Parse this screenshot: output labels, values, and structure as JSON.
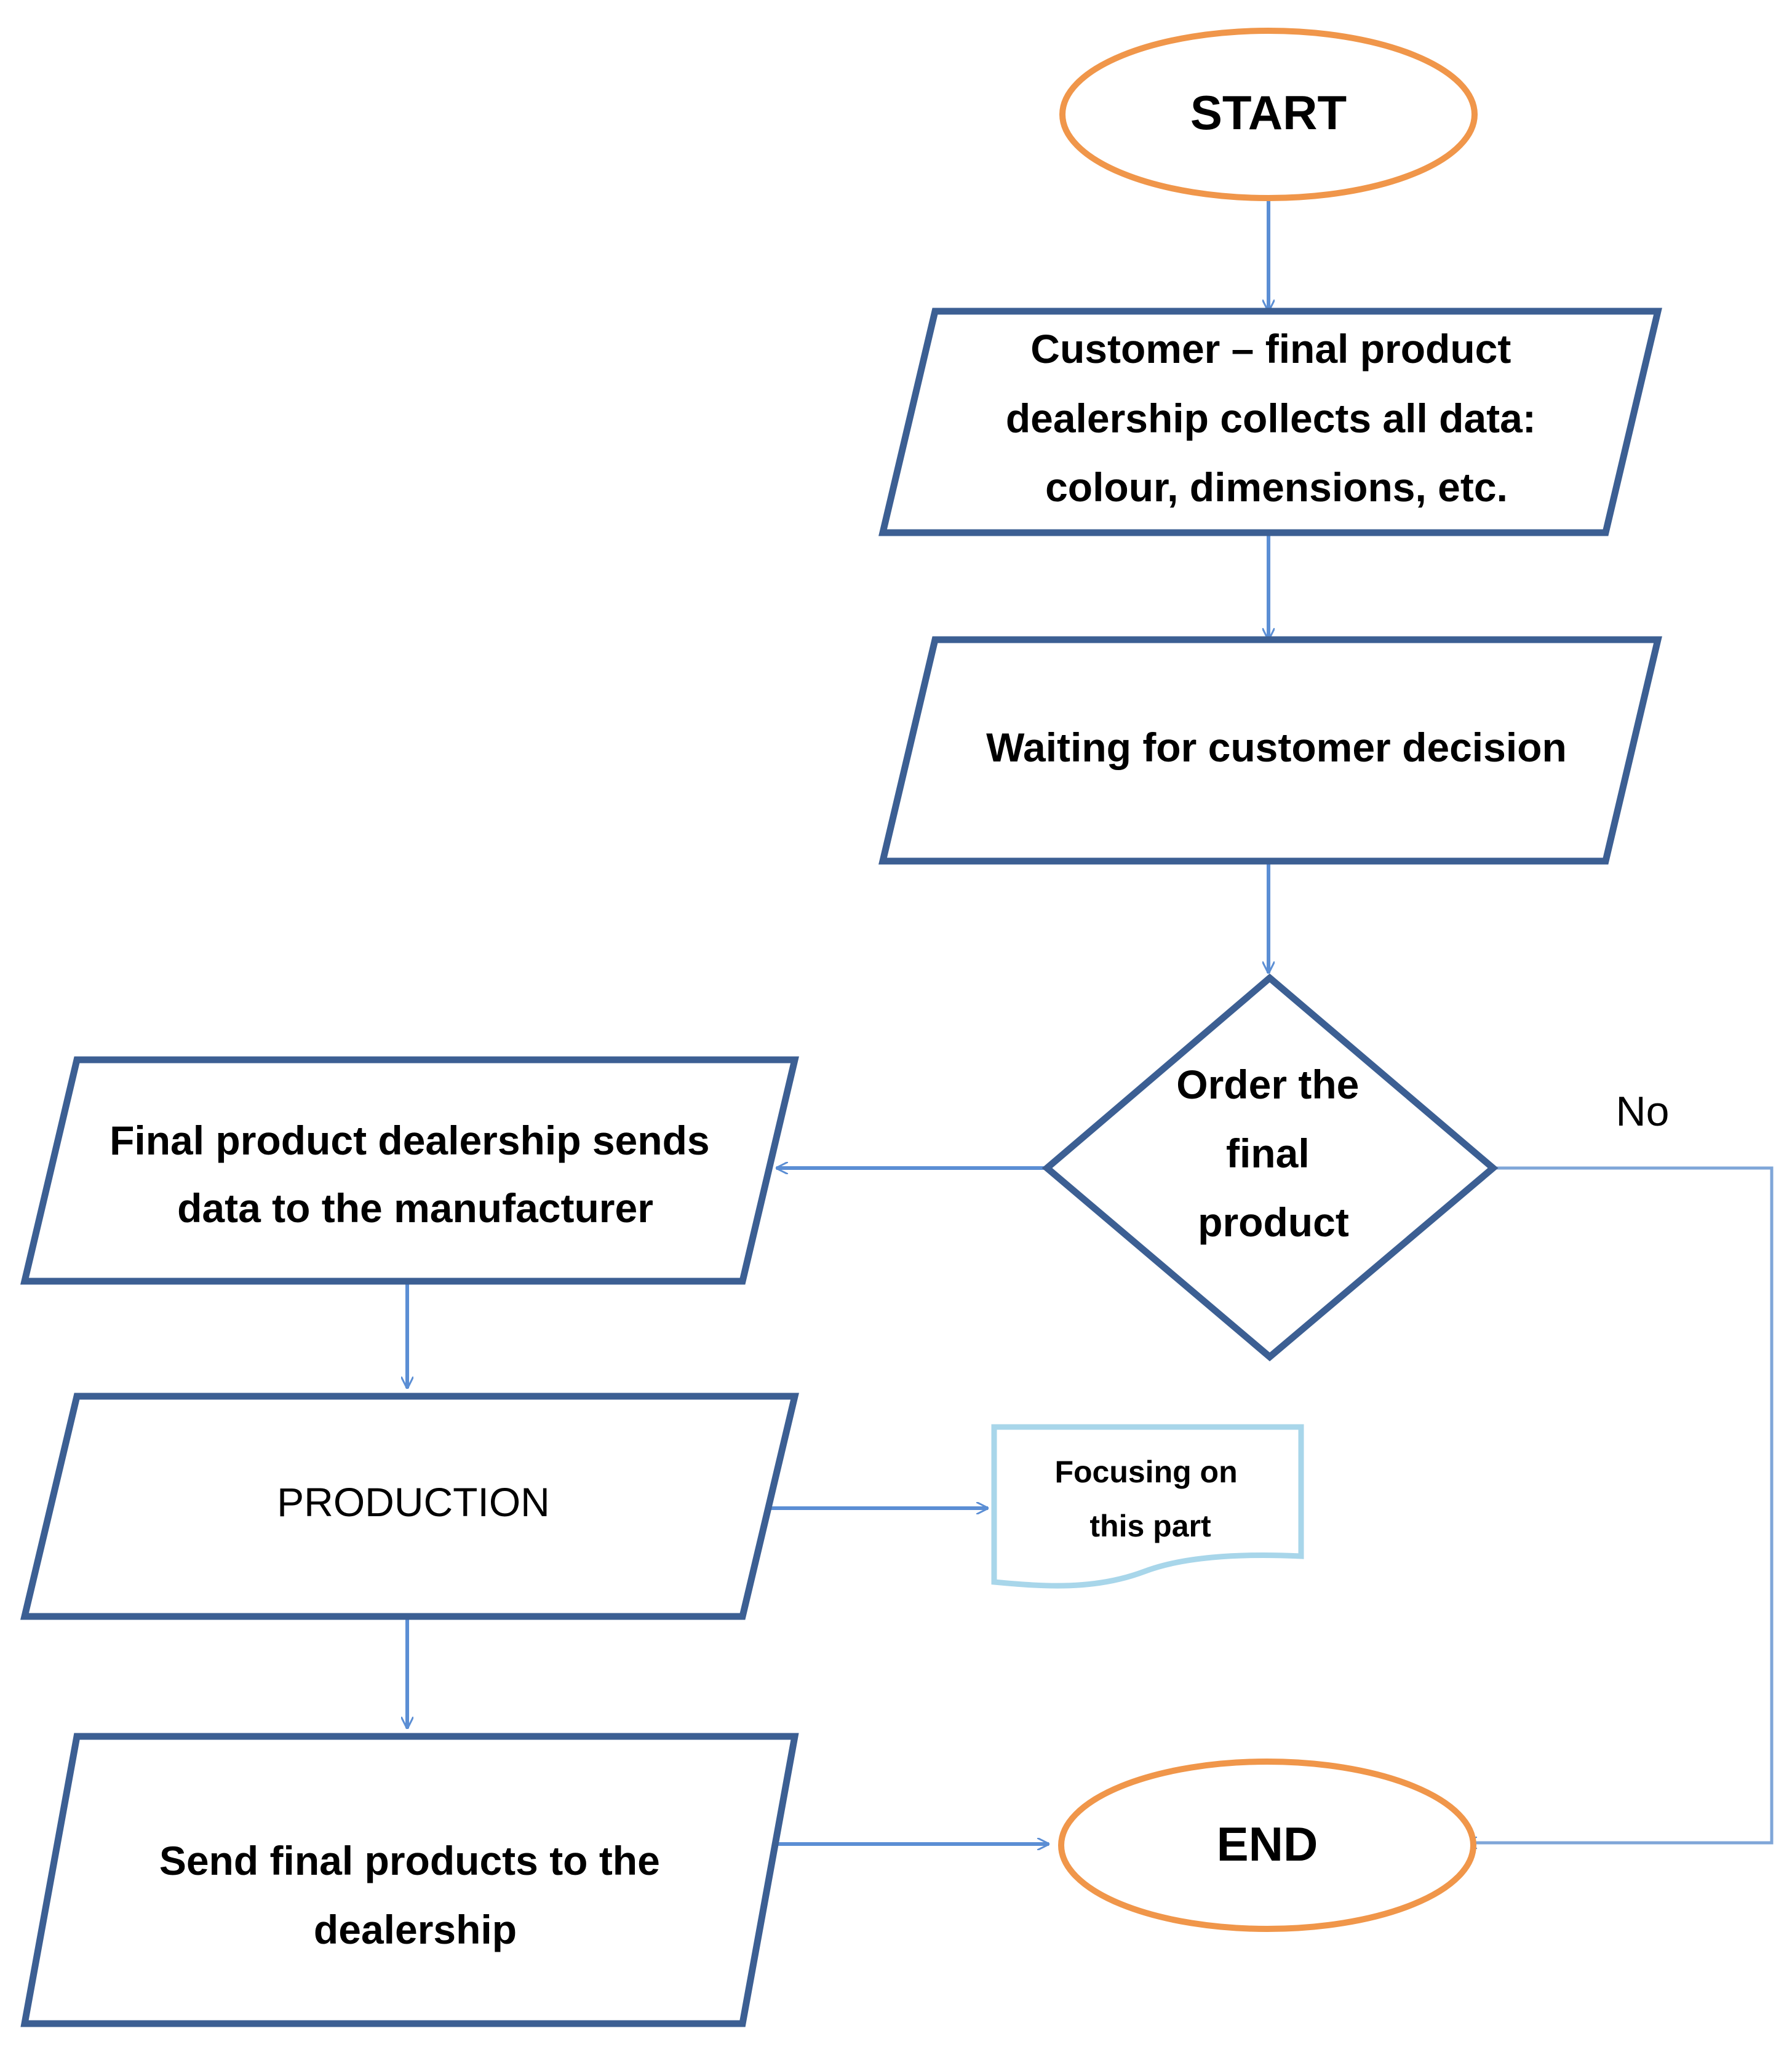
{
  "diagram": {
    "nodes": {
      "start": {
        "lines": [
          "START"
        ]
      },
      "collect": {
        "lines": [
          "Customer – final product",
          "dealership collects all data:",
          "colour, dimensions, etc."
        ]
      },
      "waiting": {
        "lines": [
          "Waiting for customer decision"
        ]
      },
      "decision": {
        "lines": [
          "Order the",
          "final",
          "product"
        ]
      },
      "sends": {
        "lines": [
          "Final product dealership sends",
          "data to the manufacturer"
        ]
      },
      "production": {
        "lines": [
          "PRODUCTION"
        ]
      },
      "note": {
        "lines": [
          "Focusing on",
          "this part"
        ]
      },
      "send_final": {
        "lines": [
          "Send final products to the",
          "dealership"
        ]
      },
      "end": {
        "lines": [
          "END"
        ]
      }
    },
    "edge_labels": {
      "no": "No"
    }
  },
  "colors": {
    "terminal_stroke": "#f0964a",
    "shape_stroke": "#3c5f93",
    "arrow": "#5b8ed4",
    "note_stroke": "#a8d6ea",
    "no_line": "#7fa6d8"
  }
}
